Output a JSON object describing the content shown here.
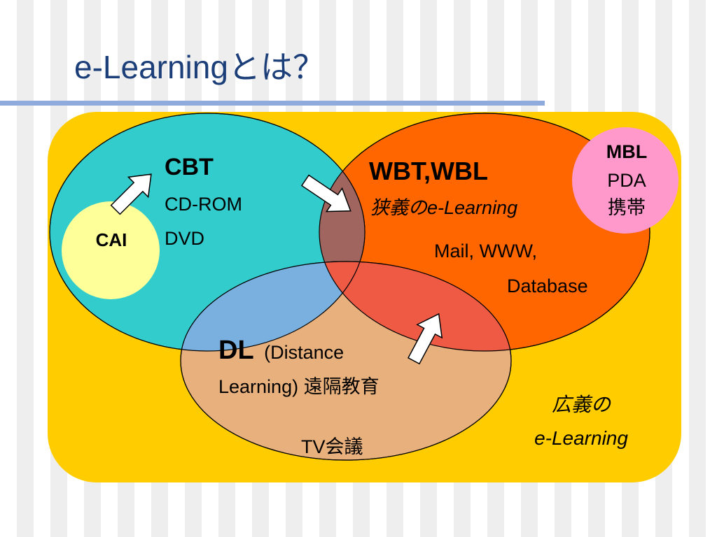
{
  "slide": {
    "title": "e-Learningとは？"
  },
  "diagram": {
    "cbt": {
      "heading": "CBT",
      "line1": "CD-ROM",
      "line2": "DVD"
    },
    "cai": {
      "label": "CAI"
    },
    "wbt": {
      "heading": "WBT,WBL",
      "subtitle": "狭義のe-Learning",
      "line1": "Mail, WWW,",
      "line2": "Database"
    },
    "mbl": {
      "heading": "MBL",
      "line1": "PDA",
      "line2": "携帯"
    },
    "dl": {
      "heading": "DL",
      "paren": "(Distance",
      "line2": "Learning) 遠隔教育",
      "line3": "TV会議"
    },
    "broad": {
      "line1": "広義の",
      "line2": "e-Learning"
    }
  },
  "colors": {
    "background_panel": "#ffcc00",
    "cbt_circle": "#33cccc",
    "wbt_circle": "#ff6600",
    "dl_circle": "#e8b07c",
    "cai_circle": "#ffff99",
    "mbl_circle": "#ff99cc",
    "title_text": "#1c3f7a",
    "title_rule": "#8faadc"
  }
}
